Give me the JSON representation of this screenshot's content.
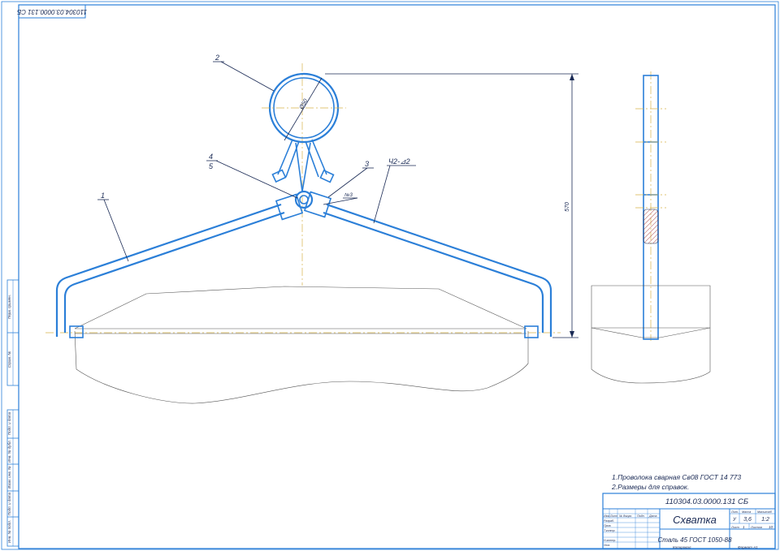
{
  "stamp_code_rotated": "110304.03.0000.131 СБ",
  "positions": {
    "p1": "1",
    "p2": "2",
    "p3": "3",
    "p4": "4",
    "p5": "5"
  },
  "dimensions": {
    "diameter": "Ø50",
    "height": "570"
  },
  "weld_marks": {
    "main": "Ч2-⊿2",
    "n3": "№3"
  },
  "notes": [
    "1.Проволока сварная Св08 ГОСТ 14 773",
    "2.Размеры для справок."
  ],
  "title_block": {
    "doc_code": "110304.03.0000.131 СБ",
    "name": "Схватка",
    "material": "Сталь 45 ГОСТ 1050-88",
    "hdr_izm": "Изм.",
    "hdr_list": "Лист",
    "hdr_ndoc": "№ докум.",
    "hdr_podp": "Подп.",
    "hdr_data": "Дата",
    "role_razrab": "Разраб.",
    "role_prov": "Пров.",
    "role_tkontr": "Т.контр.",
    "role_nkontr": "Н.контр.",
    "role_utv": "Утв.",
    "lit_label": "Лит.",
    "mass_label": "Масса",
    "scale_label": "Масштаб",
    "lit_value": "У",
    "mass_value": "3,6",
    "scale_value": "1:2",
    "sheet_label": "Лист",
    "sheet_value": "1",
    "sheets_label": "Листов",
    "sheets_value": "10",
    "copied": "Копировал",
    "format": "Формат   А1"
  },
  "side_stamps": [
    "Перв. примен.",
    "Справ. №",
    "Подп. и дата",
    "Инв. № дубл.",
    "Взам. инв. №",
    "Подп. и дата",
    "Инв. № подл."
  ]
}
